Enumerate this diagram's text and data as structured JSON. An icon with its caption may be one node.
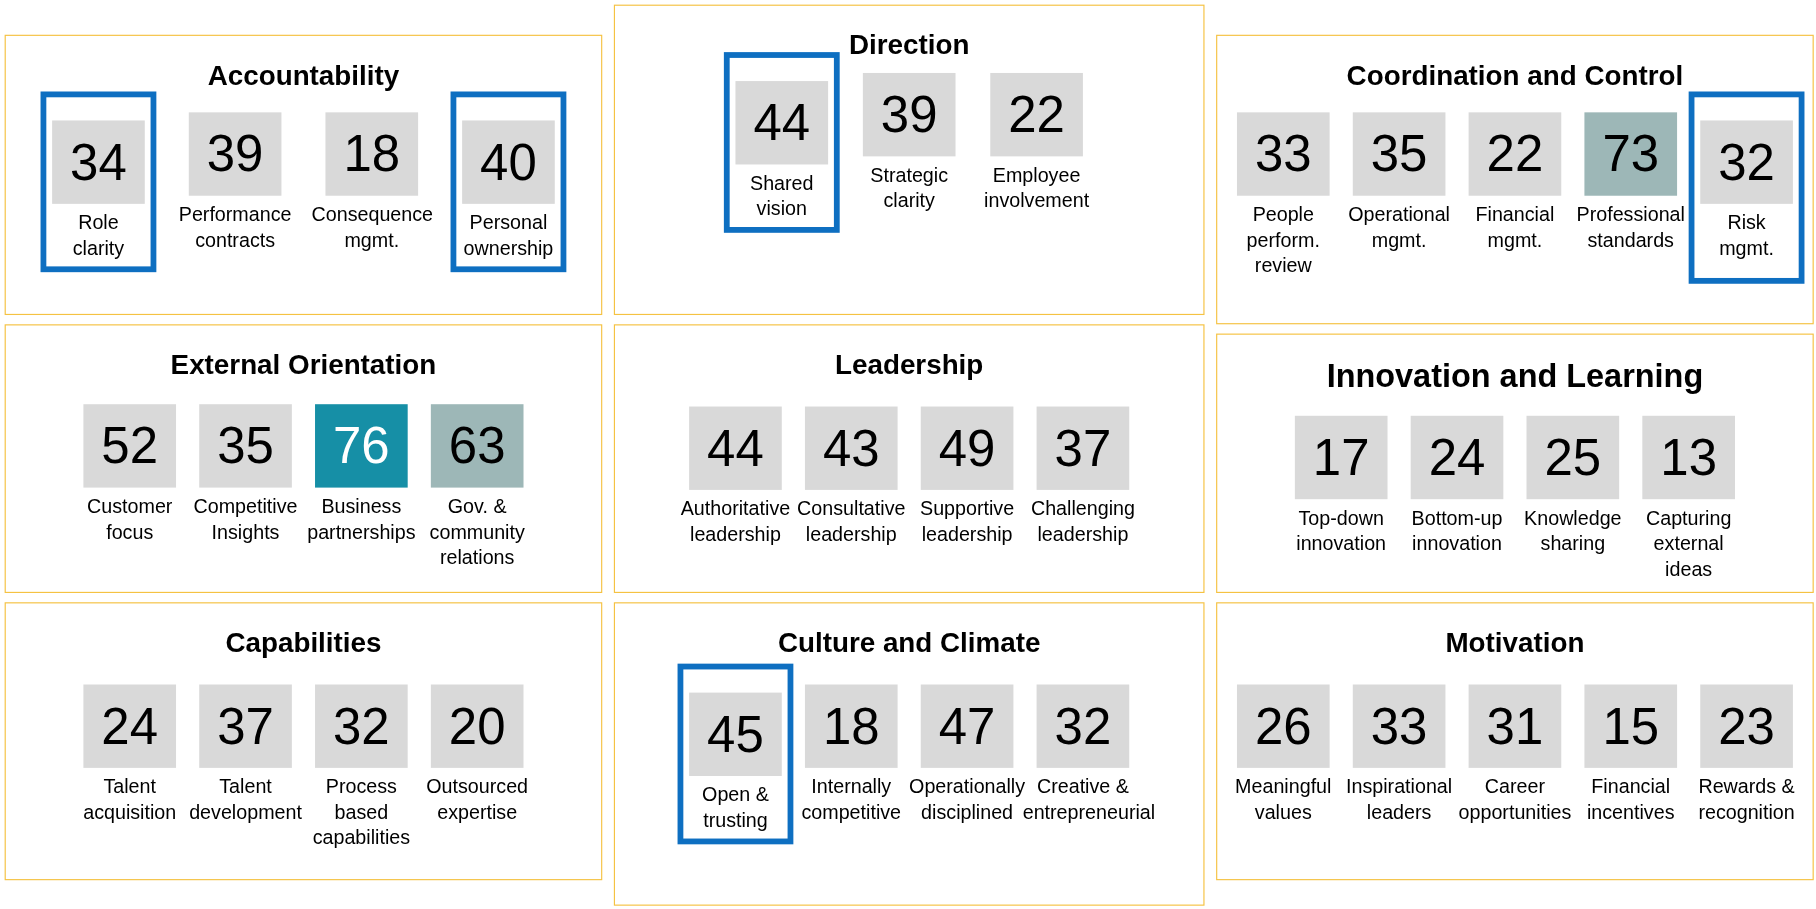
{
  "diagram": {
    "nodes": [
      {
        "text": [
          "Direction"
        ]
      },
      {
        "text": [
          "44",
          "Shared vision"
        ],
        "in": 0
      },
      {
        "text": [
          "39",
          "Strategic clarity"
        ],
        "in": 0
      },
      {
        "text": [
          "22",
          "Employee involvement"
        ],
        "in": 0
      },
      {
        "text": [
          "Accountability"
        ]
      },
      {
        "text": [
          "34",
          "Role clarity"
        ],
        "in": 4
      },
      {
        "text": [
          "39",
          "Performance contracts"
        ],
        "in": 4
      },
      {
        "text": [
          "18",
          "Consequence mgmt."
        ],
        "in": 4
      },
      {
        "text": [
          "40",
          "Personal ownership"
        ],
        "in": 4
      },
      {
        "text": [
          "Coordination and Control"
        ]
      },
      {
        "text": [
          "33",
          "People perform. review"
        ],
        "in": 9
      },
      {
        "text": [
          "35",
          "Operational mgmt."
        ],
        "in": 9
      },
      {
        "text": [
          "22",
          "Financial mgmt."
        ],
        "in": 9
      },
      {
        "text": [
          "73",
          "Professional standards"
        ],
        "in": 9
      },
      {
        "text": [
          "32",
          "Risk mgmt."
        ],
        "in": 9
      },
      {
        "text": [
          "External Orientation"
        ]
      },
      {
        "text": [
          "52",
          "Customer focus"
        ],
        "in": 15
      },
      {
        "text": [
          "35",
          "Competitive Insights"
        ],
        "in": 15
      },
      {
        "text": [
          "76",
          "Business partnerships"
        ],
        "in": 15
      },
      {
        "text": [
          "63",
          "Gov. & community relations"
        ],
        "in": 15
      },
      {
        "text": [
          "Leadership"
        ]
      },
      {
        "text": [
          "44",
          "Authoritative leadership"
        ],
        "in": 20
      },
      {
        "text": [
          "43",
          "Consultative leadership"
        ],
        "in": 20
      },
      {
        "text": [
          "49",
          "Supportive leadership"
        ],
        "in": 20
      },
      {
        "text": [
          "37",
          "Challenging leadership"
        ],
        "in": 20
      },
      {
        "text": [
          "Innovation and Learning"
        ]
      },
      {
        "text": [
          "17",
          "Top-down innovation"
        ],
        "in": 25
      },
      {
        "text": [
          "24",
          "Bottom-up innovation"
        ],
        "in": 25
      },
      {
        "text": [
          "25",
          "Knowledge sharing"
        ],
        "in": 25
      },
      {
        "text": [
          "13",
          "Capturing external ideas"
        ],
        "in": 25
      },
      {
        "text": [
          "Capabilities"
        ]
      },
      {
        "text": [
          "24",
          "Talent acquisition"
        ],
        "in": 30
      },
      {
        "text": [
          "37",
          "Talent development"
        ],
        "in": 30
      },
      {
        "text": [
          "32",
          "Process based capabilities"
        ],
        "in": 30
      },
      {
        "text": [
          "20",
          "Outsourced expertise"
        ],
        "in": 30
      },
      {
        "text": [
          "Culture and Climate"
        ]
      },
      {
        "text": [
          "45",
          "Open & trusting"
        ],
        "in": 35
      },
      {
        "text": [
          "18",
          "Internally competitive"
        ],
        "in": 35
      },
      {
        "text": [
          "47",
          "Operationally disciplined"
        ],
        "in": 35
      },
      {
        "text": [
          "32",
          "Creative & entrepreneurial"
        ],
        "in": 35
      },
      {
        "text": [
          "Motivation"
        ]
      },
      {
        "text": [
          "26",
          "Meaningful values"
        ],
        "in": 40
      },
      {
        "text": [
          "33",
          "Inspirational leaders"
        ],
        "in": 40
      },
      {
        "text": [
          "31",
          "Career opportunities"
        ],
        "in": 40
      },
      {
        "text": [
          "15",
          "Financial incentives"
        ],
        "in": 40
      },
      {
        "text": [
          "23",
          "Rewards & recognition"
        ],
        "in": 40
      }
    ]
  }
}
